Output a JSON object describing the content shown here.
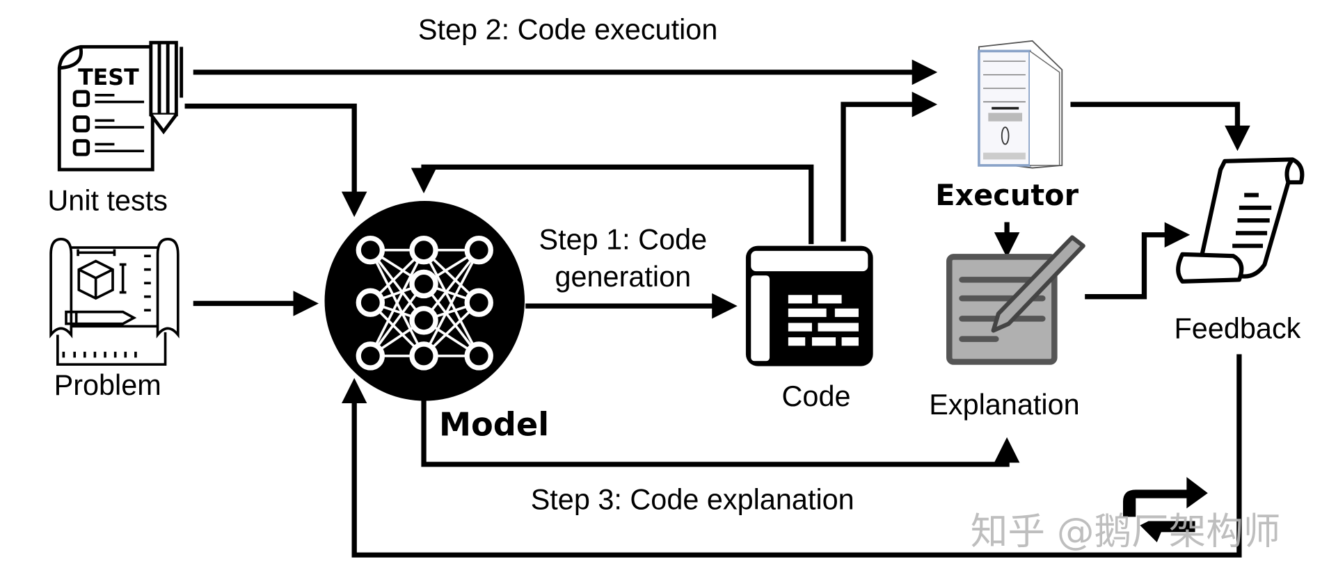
{
  "steps": {
    "step1_line1": "Step 1: Code",
    "step1_line2": "generation",
    "step2": "Step 2: Code execution",
    "step3": "Step 3: Code explanation"
  },
  "nodes": {
    "unit_tests": {
      "label": "Unit tests",
      "icon_text": "TEST",
      "icon": "test-document-icon"
    },
    "problem": {
      "label": "Problem",
      "icon": "blueprint-icon"
    },
    "model": {
      "label": "Model",
      "icon": "neural-network-icon"
    },
    "code": {
      "label": "Code",
      "icon": "code-window-icon"
    },
    "executor": {
      "label": "Executor",
      "icon": "computer-tower-icon"
    },
    "explanation": {
      "label": "Explanation",
      "icon": "notepad-pencil-icon"
    },
    "feedback": {
      "label": "Feedback",
      "icon": "scroll-icon"
    }
  },
  "watermark": "知乎 @鹅厂架构师",
  "colors": {
    "line": "#000000",
    "notepad": "#b0b0b0",
    "watermark": "#b8b8b8"
  }
}
